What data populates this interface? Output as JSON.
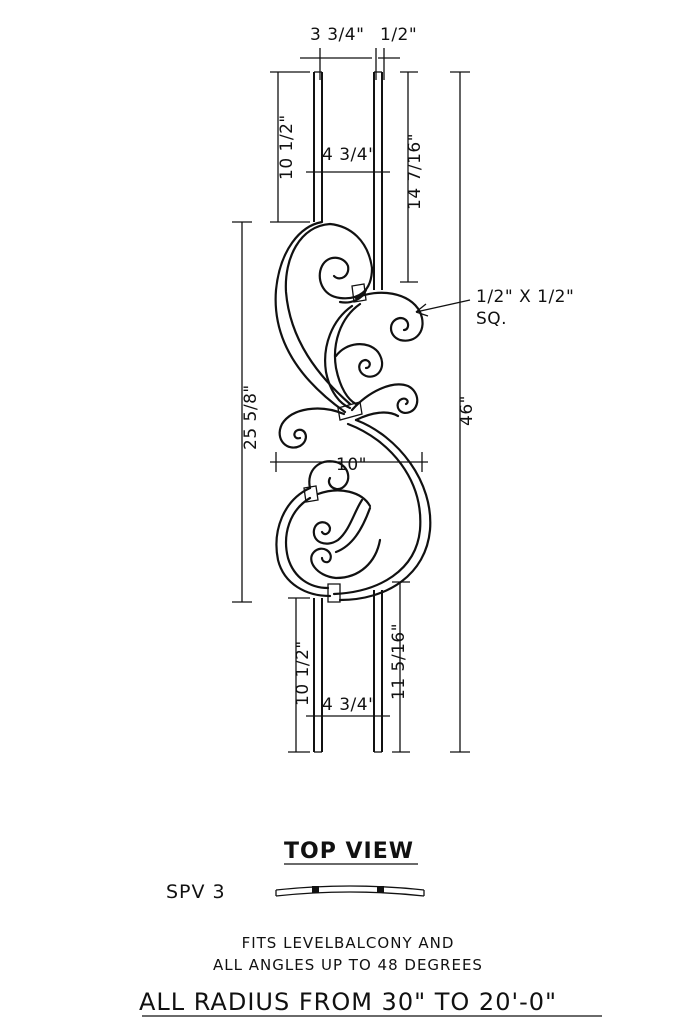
{
  "dimensions": {
    "top_gap": "3 3/4\"",
    "bar_size_top": "1/2\"",
    "top_bar_length": "10 1/2\"",
    "top_width": "4 3/4\"",
    "top_right_length": "14 7/16\"",
    "bar_section_line1": "1/2\" X 1/2\"",
    "bar_section_line2": "SQ.",
    "scroll_height": "25 5/8\"",
    "overall_height": "46\"",
    "scroll_width": "10\"",
    "bottom_bar_length": "10 1/2\"",
    "bottom_right_length": "11 5/16\"",
    "bottom_width": "4 3/4\""
  },
  "top_view": {
    "title": "TOP VIEW",
    "model": "SPV 3"
  },
  "notes": {
    "line1": "FITS LEVELBALCONY AND",
    "line2": "ALL ANGLES UP TO 48 DEGREES"
  },
  "footer": "ALL RADIUS FROM 30\" TO 20'-0\""
}
